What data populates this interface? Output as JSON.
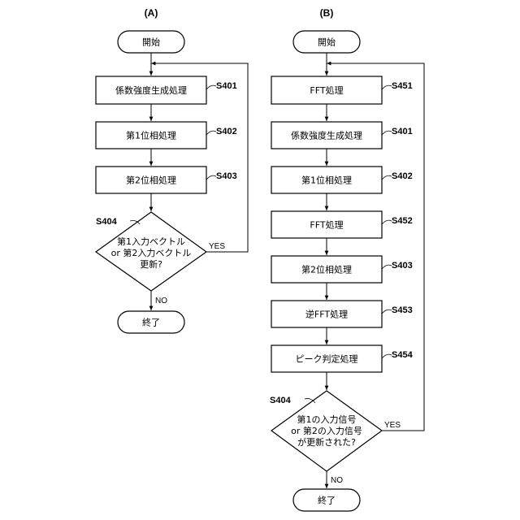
{
  "diagram_a": {
    "panel_label": "(A)",
    "start": "開始",
    "process": [
      {
        "label": "係数強度生成処理",
        "step": "S401"
      },
      {
        "label": "第1位相処理",
        "step": "S402"
      },
      {
        "label": "第2位相処理",
        "step": "S403"
      }
    ],
    "decision": {
      "step": "S404",
      "lines": [
        "第1入力ベクトル",
        "or 第2入力ベクトル",
        "更新?"
      ],
      "yes": "YES",
      "no": "NO"
    },
    "end": "終了"
  },
  "diagram_b": {
    "panel_label": "(B)",
    "start": "開始",
    "process": [
      {
        "label": "FFT処理",
        "step": "S451"
      },
      {
        "label": "係数強度生成処理",
        "step": "S401"
      },
      {
        "label": "第1位相処理",
        "step": "S402"
      },
      {
        "label": "FFT処理",
        "step": "S452"
      },
      {
        "label": "第2位相処理",
        "step": "S403"
      },
      {
        "label": "逆FFT処理",
        "step": "S453"
      },
      {
        "label": "ピーク判定処理",
        "step": "S454"
      }
    ],
    "decision": {
      "step": "S404",
      "lines": [
        "第1の入力信号",
        "or 第2の入力信号",
        "が更新された?"
      ],
      "yes": "YES",
      "no": "NO"
    },
    "end": "終了"
  }
}
